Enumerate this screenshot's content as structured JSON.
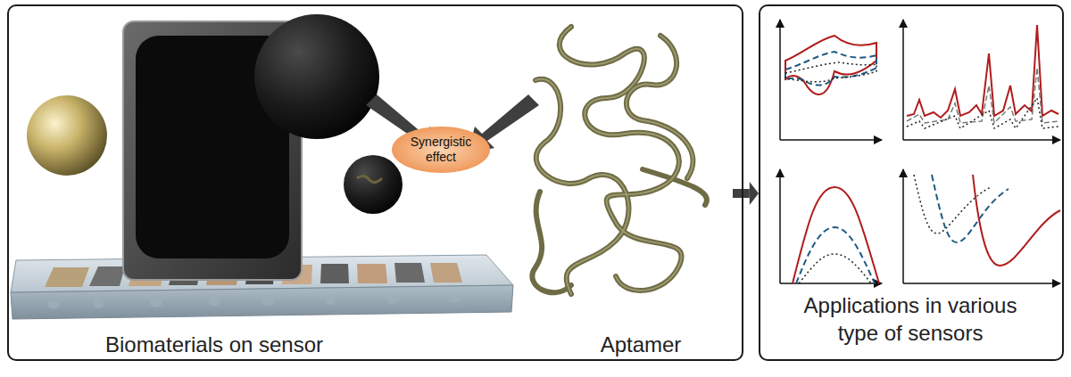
{
  "diagram": {
    "nodes": [
      {
        "text": [
          "Biomaterials on sensor",
          "Aptamer"
        ]
      },
      {
        "text": [
          "Synergistic effect"
        ],
        "in": 0
      },
      {
        "text": [
          "Applications in various type of sensors"
        ]
      }
    ],
    "edges": [
      {
        "from": 0,
        "to": 2,
        "arrow": "to"
      }
    ]
  }
}
